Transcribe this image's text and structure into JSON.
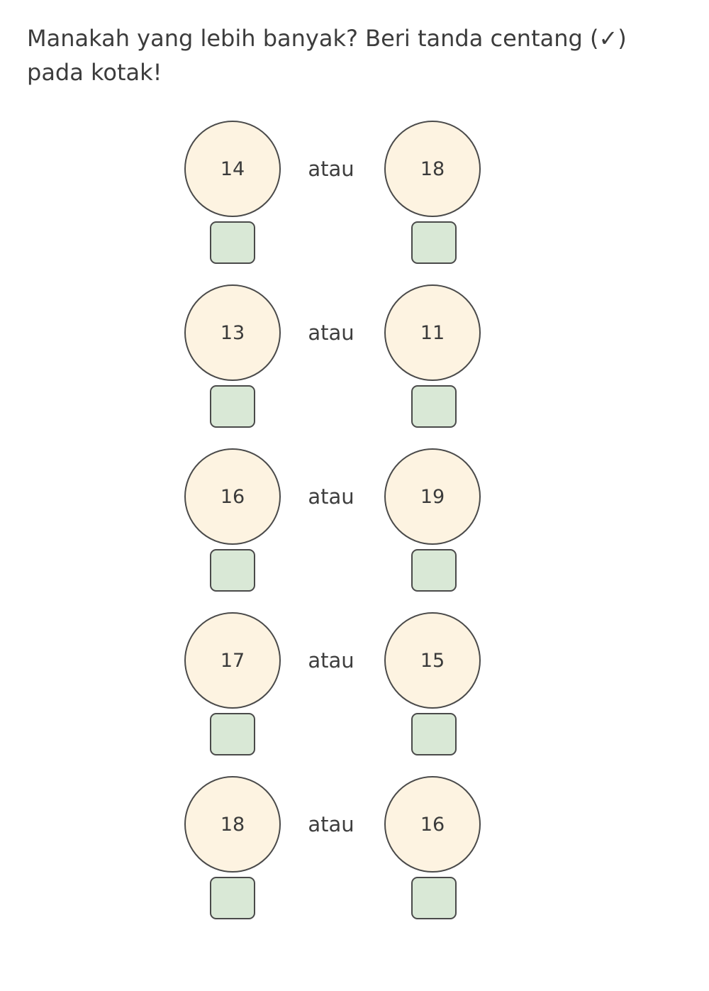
{
  "instruction": {
    "line1": "Manakah yang lebih banyak? Beri tanda centang (✓)",
    "line2": "pada kotak!"
  },
  "connector": "atau",
  "rows": [
    {
      "left": "14",
      "right": "18"
    },
    {
      "left": "13",
      "right": "11"
    },
    {
      "left": "16",
      "right": "19"
    },
    {
      "left": "17",
      "right": "15"
    },
    {
      "left": "18",
      "right": "16"
    }
  ],
  "colors": {
    "circle_fill": "#fdf3e1",
    "box_fill": "#d9e8d6",
    "outline": "#4a4a4a"
  }
}
